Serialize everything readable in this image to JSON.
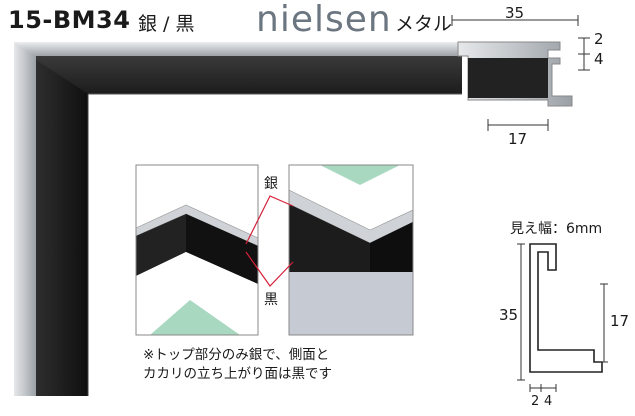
{
  "header": {
    "product_code": "15-BM34",
    "color": "銀 / 黒",
    "brand": "nielsen",
    "material": "メタル"
  },
  "dimensions": {
    "total_width": "35",
    "depth_top": "2",
    "depth_bottom": "4",
    "inner_width": "17"
  },
  "detail": {
    "label_silver": "銀",
    "label_black": "黒",
    "note_line1": "※トップ部分のみ銀で、側面と",
    "note_line2": "カカリの立ち上がり面は黒です"
  },
  "profile": {
    "face_width_label": "見え幅：6mm",
    "height_label": "35",
    "rabbet_label": "17",
    "bottom_dim_1": "2",
    "bottom_dim_2": "4"
  },
  "colors": {
    "silver": "#c9cdd1",
    "black": "#1e1e1e",
    "panel_bg": "#c5cad3",
    "mat_green": "#a8d8c0",
    "red_line": "#d8213a"
  }
}
